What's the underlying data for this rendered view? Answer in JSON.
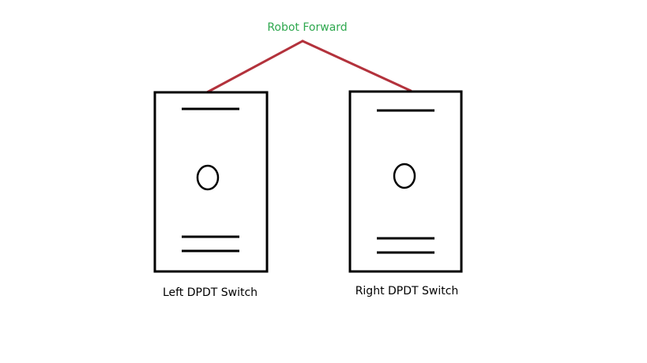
{
  "diagram": {
    "top_label": "Robot Forward",
    "left_switch_label": "Left DPDT Switch",
    "right_switch_label": "Right DPDT Switch"
  },
  "colors": {
    "top_label": "#2fa84f",
    "wire": "#b3323c",
    "outline": "#000000",
    "caption": "#000000"
  }
}
